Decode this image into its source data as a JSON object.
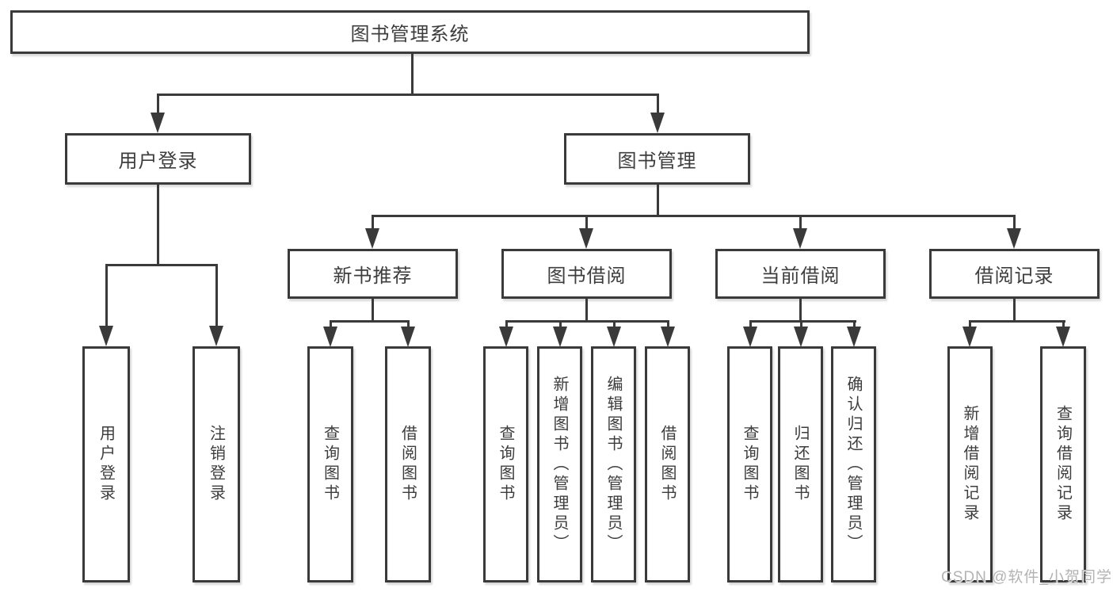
{
  "nodes": {
    "root": "图书管理系统",
    "level2": [
      "用户登录",
      "图书管理"
    ],
    "level3": [
      "新书推荐",
      "图书借阅",
      "当前借阅",
      "借阅记录"
    ],
    "leaves": {
      "user_login": [
        "用户登录",
        "注销登录"
      ],
      "new_book": [
        "查询图书",
        "借阅图书"
      ],
      "book_borrow": [
        "查询图书",
        "新增图书（管理员）",
        "编辑图书（管理员）",
        "借阅图书"
      ],
      "current_borrow": [
        "查询图书",
        "归还图书",
        "确认归还（管理员）"
      ],
      "borrow_record": [
        "新增借阅记录",
        "查询借阅记录"
      ]
    }
  },
  "watermark": "CSDN @软件_小贺同学",
  "colors": {
    "line": "#3a3a3a",
    "box_border": "#3a3a3a",
    "box_text": "#3d3d3d",
    "background": "#ffffff",
    "watermark": "#b3b3b3"
  }
}
